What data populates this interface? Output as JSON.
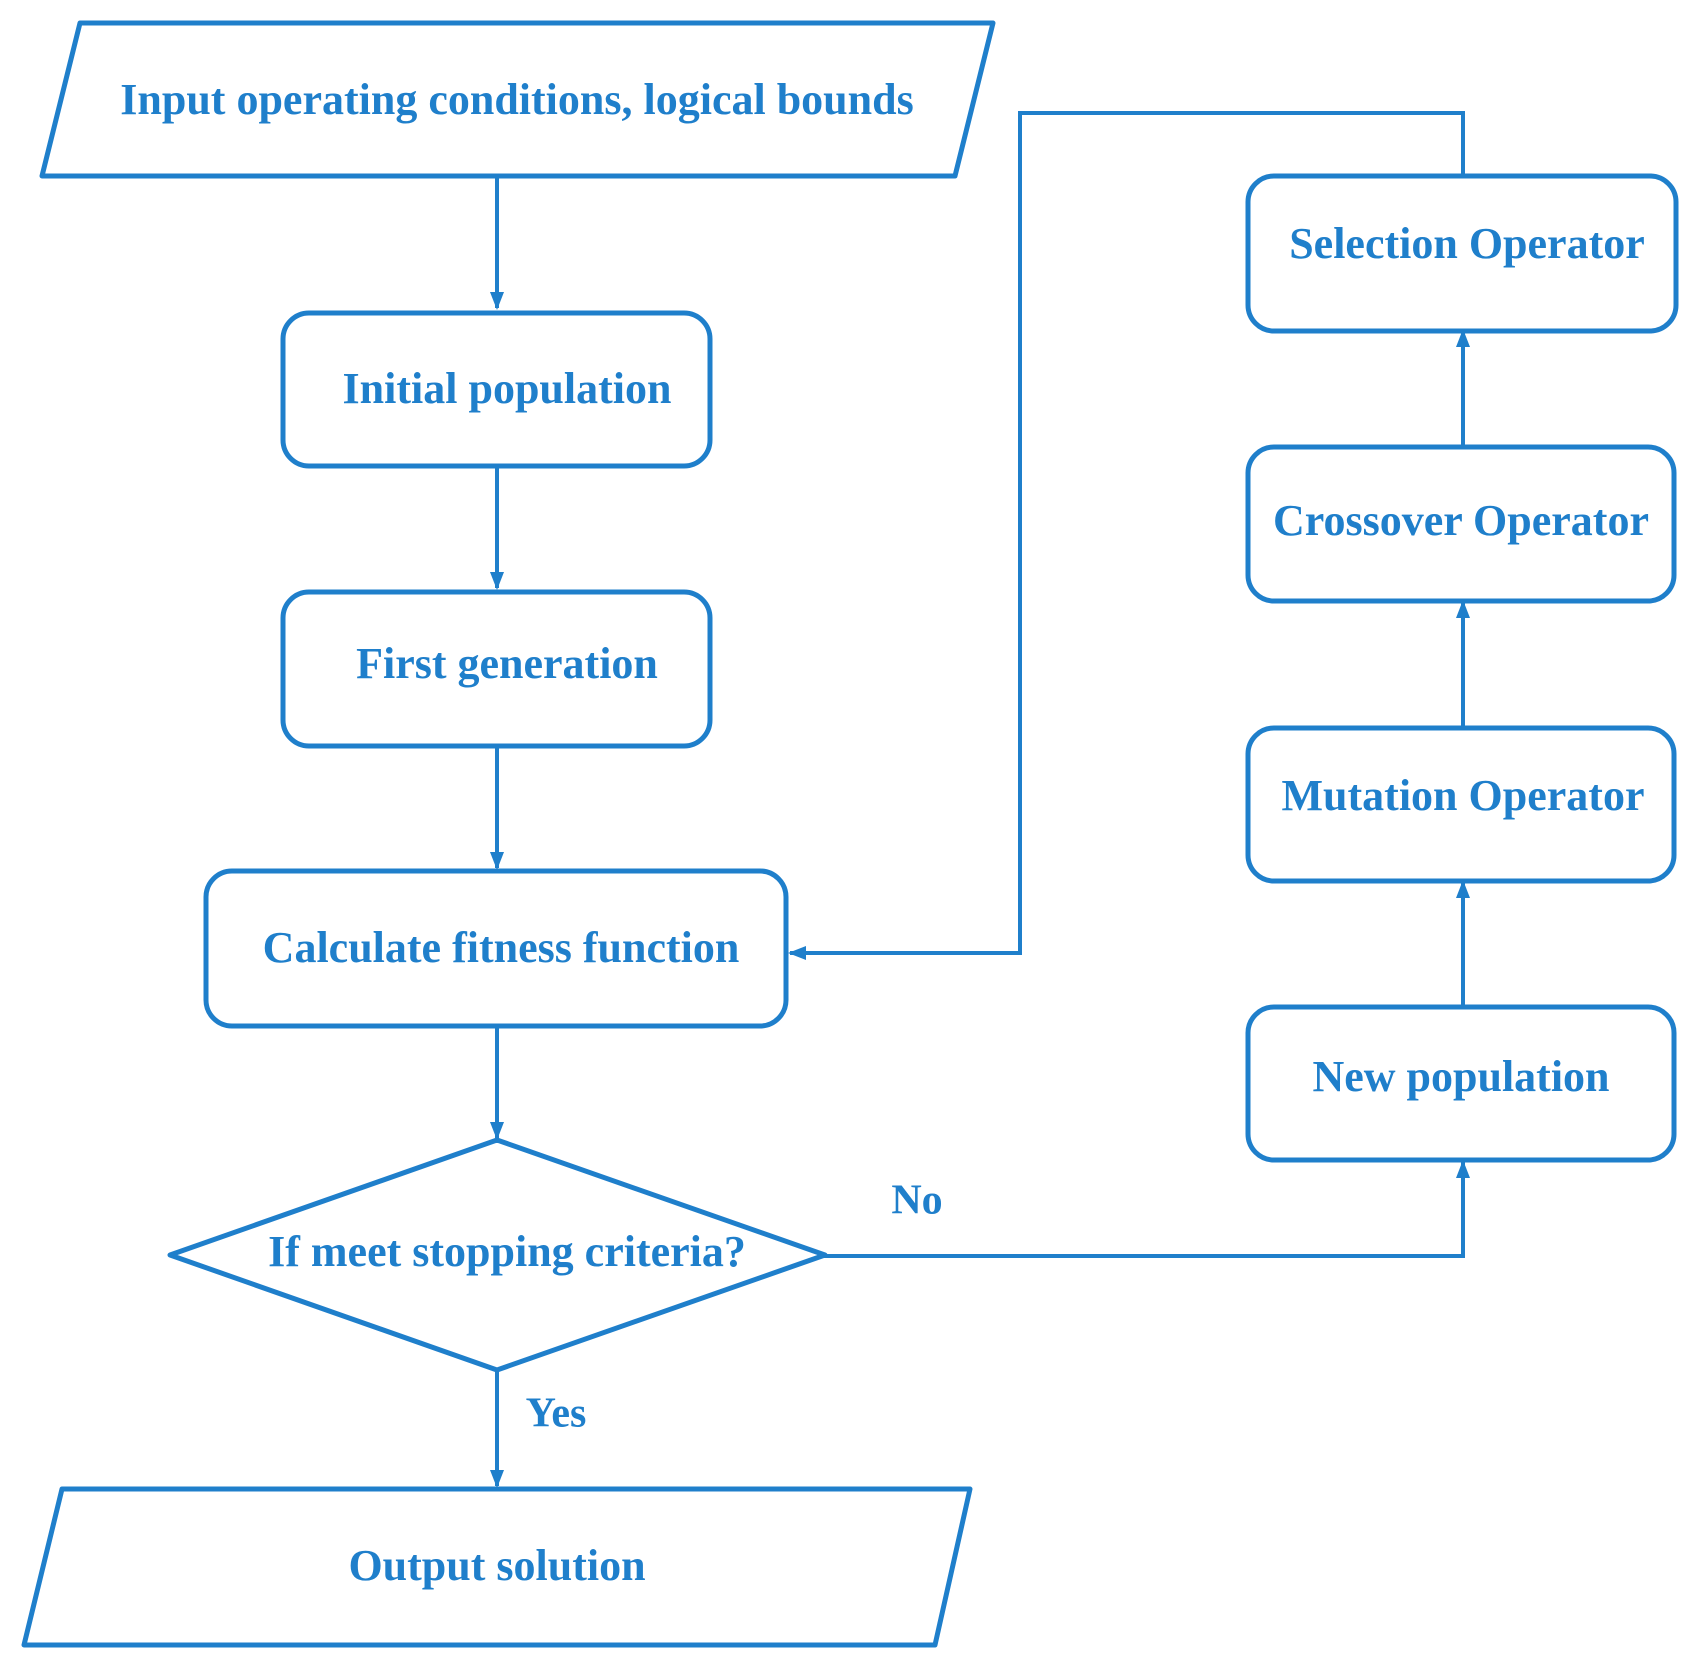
{
  "diagram": {
    "color": "#1f7fcb",
    "nodes": {
      "input": "Input operating conditions, logical bounds",
      "initial_population": "Initial population",
      "first_generation": "First generation",
      "calculate_fitness": "Calculate fitness function",
      "decision": "If meet stopping criteria?",
      "output": "Output solution",
      "new_population": "New population",
      "mutation": "Mutation Operator",
      "crossover": "Crossover Operator",
      "selection": "Selection Operator"
    },
    "edge_labels": {
      "no": "No",
      "yes": "Yes"
    }
  }
}
